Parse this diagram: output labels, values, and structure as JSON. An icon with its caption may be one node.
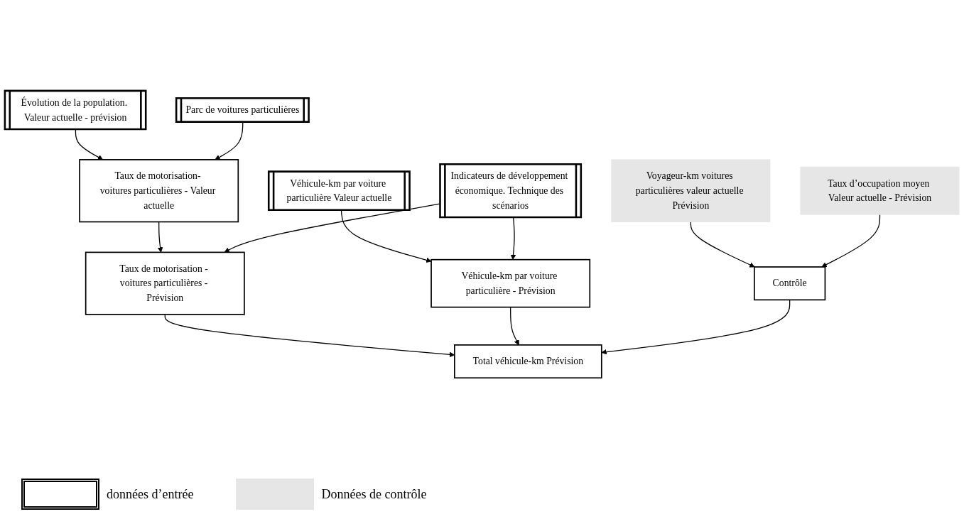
{
  "diagram": {
    "nodes": [
      {
        "text": [
          "Évolution de la population. Valeur actuelle - prévision"
        ]
      },
      {
        "text": [
          "Parc de voitures particulières"
        ]
      },
      {
        "text": [
          "Véhicule-km par voiture particulière Valeur actuelle"
        ]
      },
      {
        "text": [
          "Taux de motorisation- voitures particulières - Valeur actuelle"
        ]
      },
      {
        "text": [
          "Indicateurs de développement économique. Technique des scénarios"
        ]
      },
      {
        "text": [
          "Véhicule-km par voiture particulière - Prévision"
        ]
      },
      {
        "text": [
          "Voyageur-km voitures particulières valeur actuelle Prévision"
        ]
      },
      {
        "text": [
          "Taux de motorisation - voitures particulières - Prévision"
        ]
      },
      {
        "text": [
          "Contrôle"
        ]
      },
      {
        "text": [
          "Total véhicule-km Prévision"
        ]
      },
      {
        "text": [
          "Taux d’occupation moyen Valeur actuelle - Prévision"
        ]
      }
    ],
    "edges": [
      {
        "from": 0,
        "to": 3,
        "arrow": "to"
      },
      {
        "from": 1,
        "to": 3,
        "arrow": "to"
      },
      {
        "from": 2,
        "to": 5,
        "arrow": "to"
      },
      {
        "from": 3,
        "to": 7,
        "arrow": "to"
      },
      {
        "from": 4,
        "to": 5,
        "arrow": "to"
      },
      {
        "from": 4,
        "to": 7,
        "arrow": "to"
      },
      {
        "from": 7,
        "to": 9,
        "arrow": "to"
      },
      {
        "from": 5,
        "to": 9,
        "arrow": "to"
      },
      {
        "from": 6,
        "to": 8,
        "arrow": "to"
      },
      {
        "from": 10,
        "to": 8,
        "arrow": "to"
      },
      {
        "from": 8,
        "to": 9,
        "arrow": "to"
      }
    ],
    "legend": [
      {
        "text": "données d’entrée"
      },
      {
        "text": "Données de contrôle",
        "color": "#e6e6e6"
      }
    ]
  }
}
